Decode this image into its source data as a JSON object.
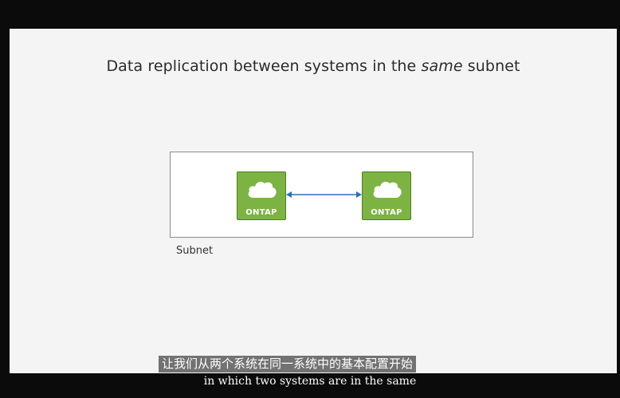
{
  "slide": {
    "title_prefix": "Data replication between systems in the ",
    "title_emphasis": "same",
    "title_suffix": " subnet"
  },
  "diagram": {
    "nodes": [
      {
        "label": "ONTAP"
      },
      {
        "label": "ONTAP"
      }
    ],
    "subnet_label": "Subnet",
    "colors": {
      "node_fill": "#7cb342",
      "link": "#2b6fb5"
    },
    "icons": {
      "node": "cloud-icon",
      "link": "bidirectional-arrow"
    }
  },
  "subtitles": {
    "chinese": "让我们从两个系统在同一系统中的基本配置开始",
    "english": "in which two systems are in the same"
  }
}
